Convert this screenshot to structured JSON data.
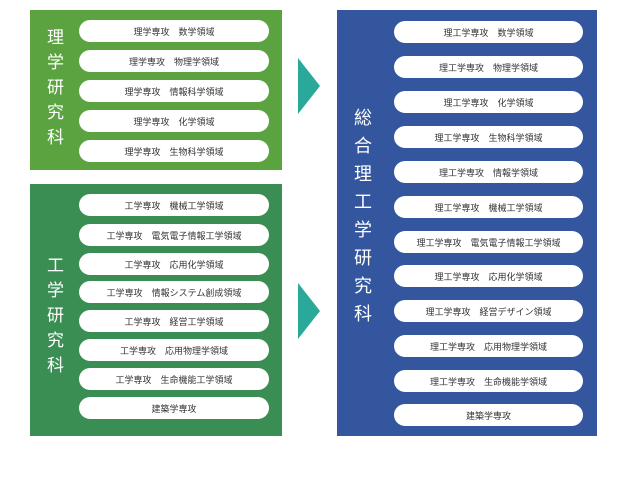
{
  "colors": {
    "science_panel": "#5aa340",
    "engineering_panel": "#3a8e53",
    "science_engineering_panel": "#33569f",
    "arrow": "#2aa89a"
  },
  "science": {
    "title": "理学研究科",
    "items": [
      "理学専攻　数学領域",
      "理学専攻　物理学領域",
      "理学専攻　情報科学領域",
      "理学専攻　化学領域",
      "理学専攻　生物科学領域"
    ]
  },
  "engineering": {
    "title": "工学研究科",
    "items": [
      "工学専攻　機械工学領域",
      "工学専攻　電気電子情報工学領域",
      "工学専攻　応用化学領域",
      "工学専攻　情報システム創成領域",
      "工学専攻　経営工学領域",
      "工学専攻　応用物理学領域",
      "工学専攻　生命機能工学領域",
      "建築学専攻"
    ]
  },
  "science_engineering": {
    "title": "総合理工学研究科",
    "items": [
      "理工学専攻　数学領域",
      "理工学専攻　物理学領域",
      "理工学専攻　化学領域",
      "理工学専攻　生物科学領域",
      "理工学専攻　情報学領域",
      "理工学専攻　機械工学領域",
      "理工学専攻　電気電子情報工学領域",
      "理工学専攻　応用化学領域",
      "理工学専攻　経営デザイン領域",
      "理工学専攻　応用物理学領域",
      "理工学専攻　生命機能学領域",
      "建築学専攻"
    ]
  }
}
